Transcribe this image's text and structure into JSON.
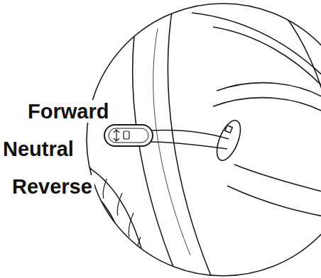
{
  "diagram": {
    "labels": [
      "Forward",
      "Neutral",
      "Reverse"
    ]
  }
}
